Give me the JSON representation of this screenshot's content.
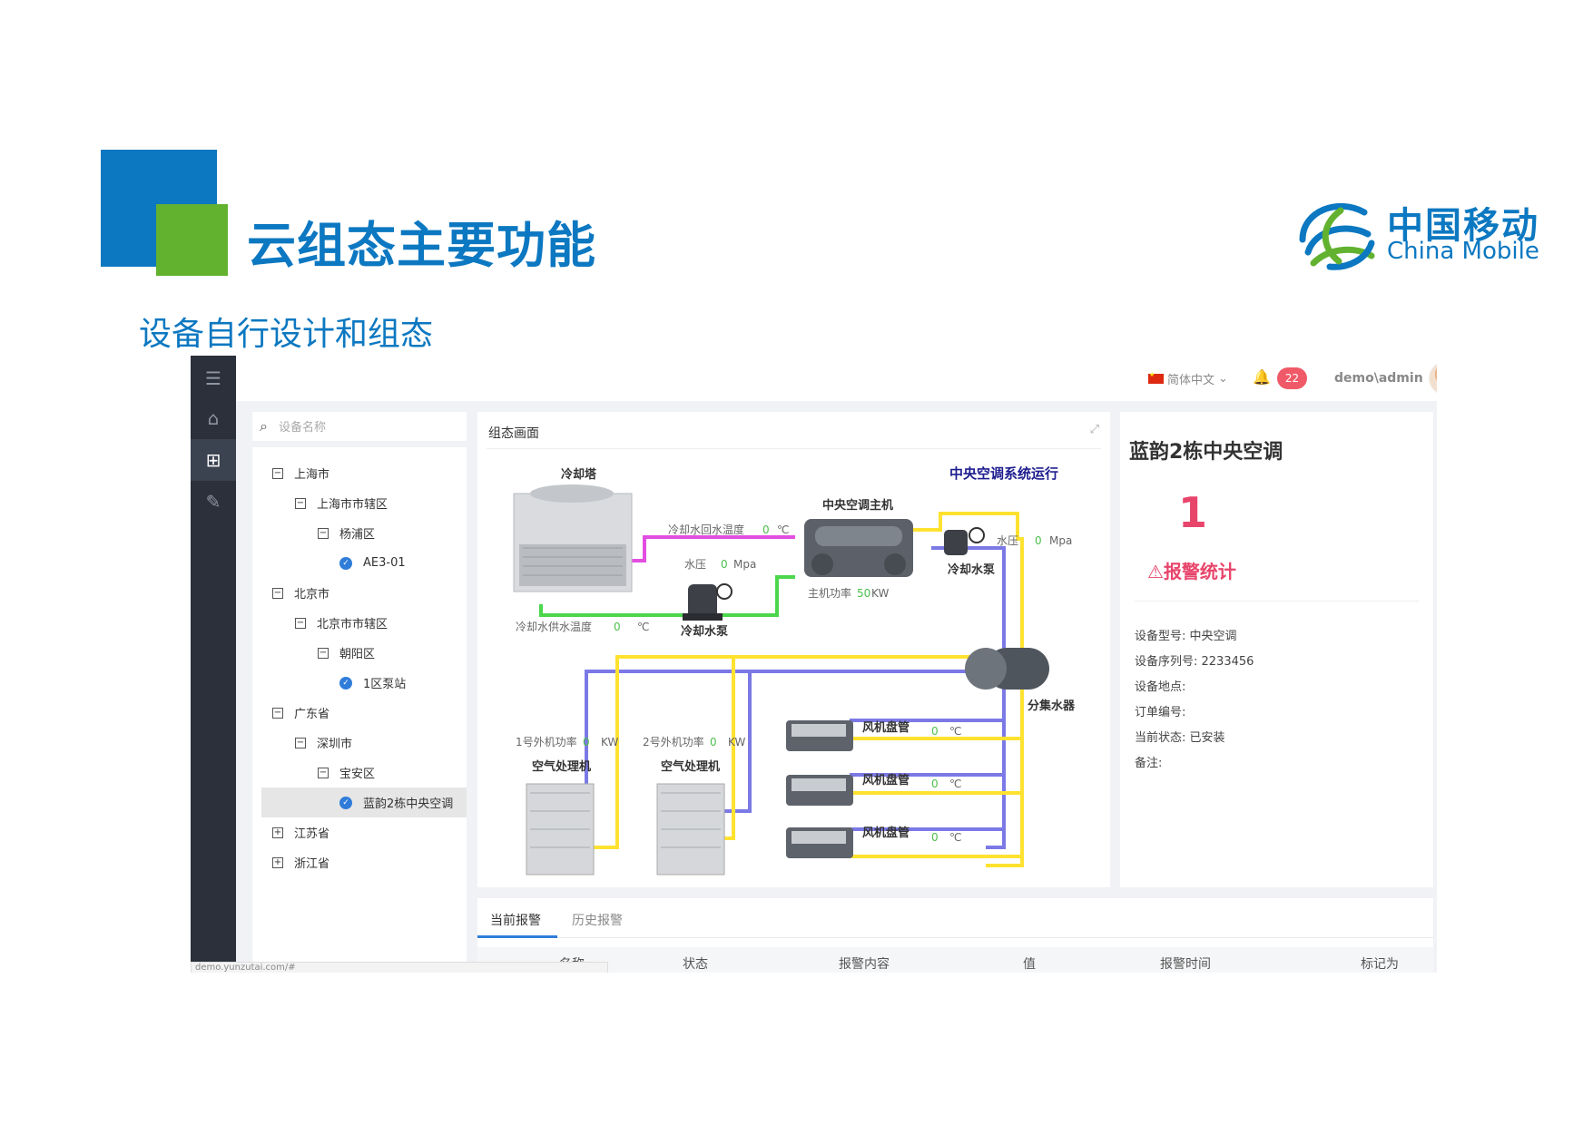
{
  "slide": {
    "title": "云组态主要功能",
    "subtitle": "设备自行设计和组态",
    "brand_cn": "中国移动",
    "brand_en": "China Mobile"
  },
  "topbar": {
    "language": "简体中文",
    "notification_count": "22",
    "user": "demo\\admin"
  },
  "search": {
    "placeholder": "设备名称"
  },
  "tree": [
    {
      "label": "上海市",
      "level": 0,
      "type": "collapse"
    },
    {
      "label": "上海市市辖区",
      "level": 1,
      "type": "collapse"
    },
    {
      "label": "杨浦区",
      "level": 2,
      "type": "collapse"
    },
    {
      "label": "AE3-01",
      "level": 3,
      "type": "device"
    },
    {
      "label": "北京市",
      "level": 0,
      "type": "collapse"
    },
    {
      "label": "北京市市辖区",
      "level": 1,
      "type": "collapse"
    },
    {
      "label": "朝阳区",
      "level": 2,
      "type": "collapse"
    },
    {
      "label": "1区泵站",
      "level": 3,
      "type": "device"
    },
    {
      "label": "广东省",
      "level": 0,
      "type": "collapse"
    },
    {
      "label": "深圳市",
      "level": 1,
      "type": "collapse"
    },
    {
      "label": "宝安区",
      "level": 2,
      "type": "collapse"
    },
    {
      "label": "蓝韵2栋中央空调",
      "level": 3,
      "type": "device",
      "selected": true
    },
    {
      "label": "江苏省",
      "level": 0,
      "type": "expand"
    },
    {
      "label": "浙江省",
      "level": 0,
      "type": "expand"
    }
  ],
  "canvas": {
    "title": "组态画面",
    "diagram_title": "中央空调系统运行",
    "cooling_tower": "冷却塔",
    "chiller": "中央空调主机",
    "return_temp_label": "冷却水回水温度",
    "return_temp_value": "0",
    "temp_unit": "℃",
    "pressure_label": "水压",
    "pressure_value": "0",
    "pressure_unit": "Mpa",
    "supply_temp_label": "冷却水供水温度",
    "supply_temp_value": "0",
    "cooling_pump": "冷却水泵",
    "host_power_label": "主机功率",
    "host_power_value": "50",
    "power_unit": "KW",
    "chilled_pump": "冷却水泵",
    "chilled_pressure_label": "水压",
    "chilled_pressure_value": "0",
    "manifold": "分集水器",
    "unit1_power_label": "1号外机功率",
    "unit1_power_value": "0",
    "unit2_power_label": "2号外机功率",
    "unit2_power_value": "0",
    "ahu1": "空气处理机",
    "ahu2": "空气处理机",
    "fcu": [
      {
        "label": "风机盘管",
        "value": "0",
        "unit": "℃"
      },
      {
        "label": "风机盘管",
        "value": "0",
        "unit": "℃"
      },
      {
        "label": "风机盘管",
        "value": "0",
        "unit": "℃"
      }
    ]
  },
  "info": {
    "title": "蓝韵2栋中央空调",
    "alarm_count": "1",
    "alarm_label": "⚠报警统计",
    "fields": [
      "设备型号: 中央空调",
      "设备序列号: 2233456",
      "设备地点:",
      "订单编号:",
      "当前状态: 已安装",
      "备注:"
    ]
  },
  "alarms": {
    "tabs": [
      "当前报警",
      "历史报警"
    ],
    "columns": [
      "名称",
      "状态",
      "报警内容",
      "值",
      "报警时间",
      "标记为"
    ]
  },
  "status_url": "demo.yunzutai.com/#"
}
